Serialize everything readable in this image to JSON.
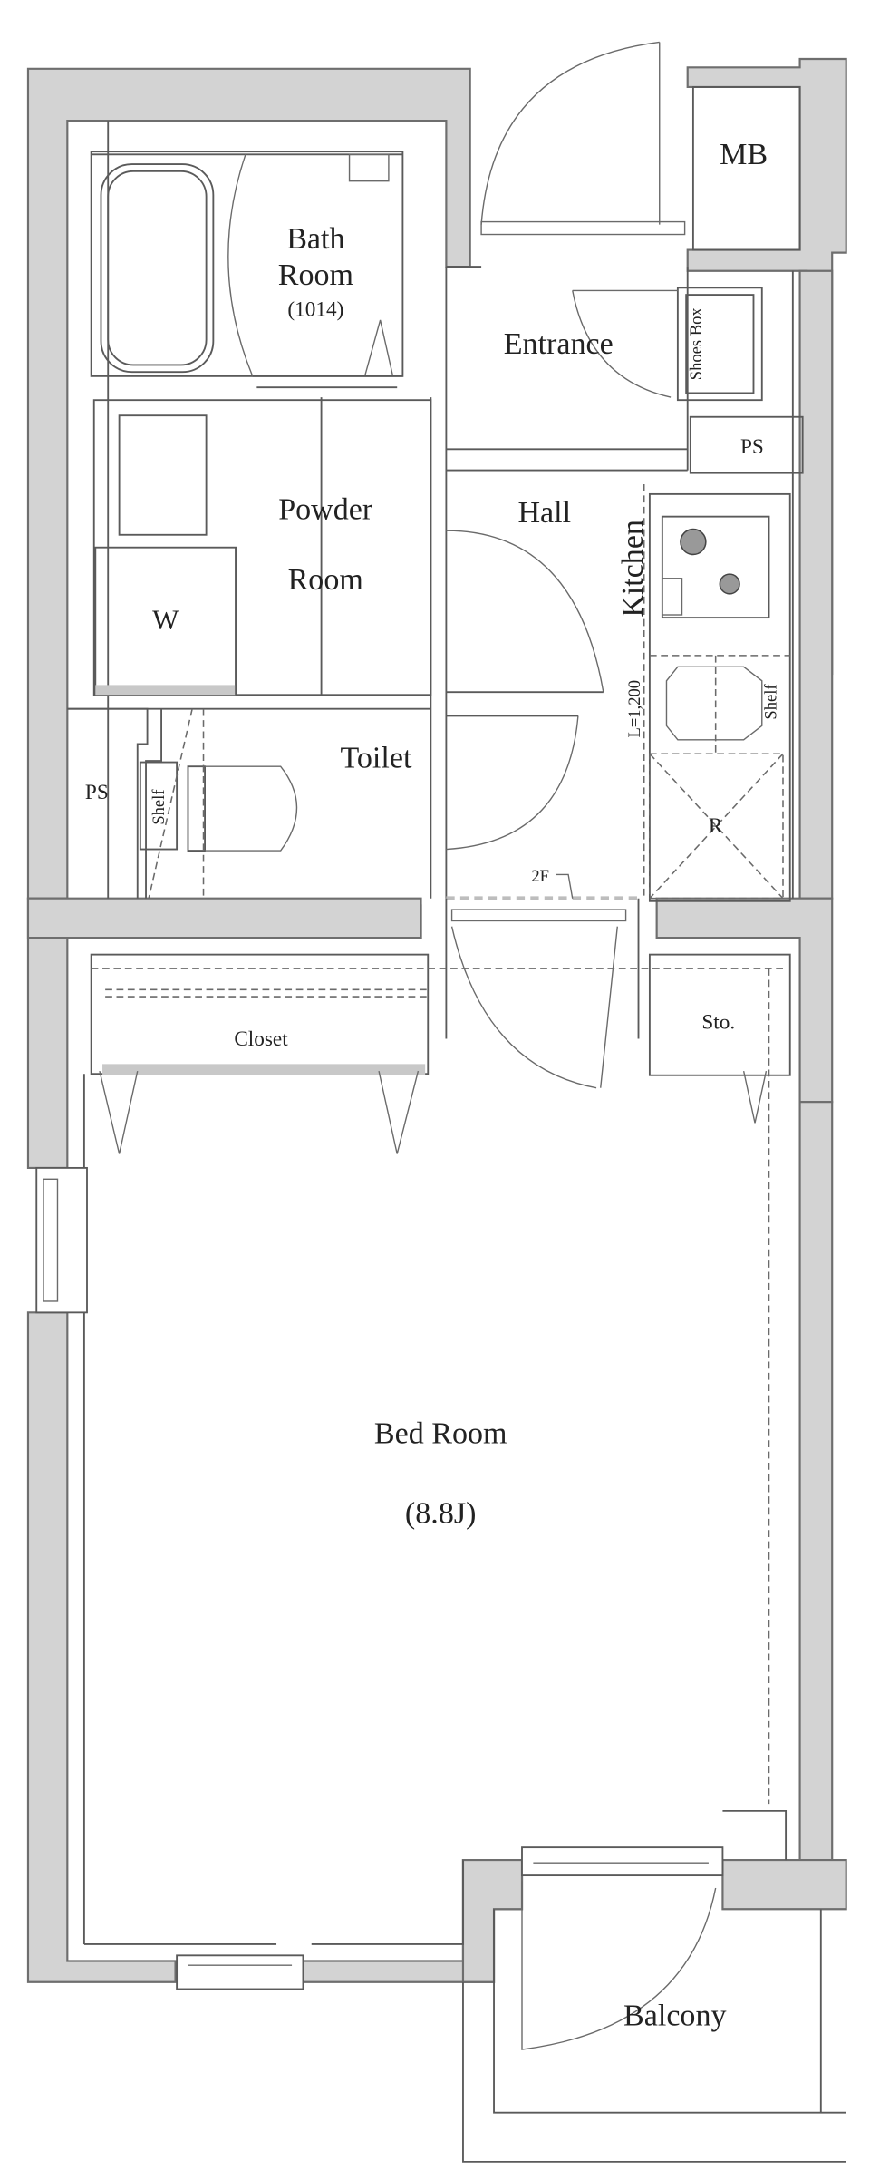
{
  "plan": {
    "type": "apartment floor plan",
    "colors": {
      "wall_fill": "#d3d3d3",
      "wall_outline": "#6e6e6e",
      "background": "#ffffff",
      "text": "#222222"
    },
    "rooms": {
      "bath": {
        "line1": "Bath",
        "line2": "Room",
        "size": "(1014)"
      },
      "entrance": {
        "label": "Entrance"
      },
      "mb": {
        "label": "MB"
      },
      "shoes_box": {
        "label": "Shoes Box"
      },
      "ps_top": {
        "label": "PS"
      },
      "powder": {
        "line1": "Powder",
        "line2": "Room"
      },
      "washer": {
        "label": "W"
      },
      "hall": {
        "label": "Hall"
      },
      "kitchen": {
        "label": "Kitchen",
        "length": "L=1,200"
      },
      "kitchen_shelf": {
        "label": "Shelf"
      },
      "fridge": {
        "label": "R"
      },
      "toilet": {
        "label": "Toilet"
      },
      "toilet_shelf": {
        "label": "Shelf"
      },
      "ps_left": {
        "label": "PS"
      },
      "floor_marker": {
        "label": "2F"
      },
      "closet": {
        "label": "Closet"
      },
      "storage": {
        "label": "Sto."
      },
      "bedroom": {
        "label": "Bed Room",
        "size": "(8.8J)"
      },
      "balcony": {
        "label": "Balcony"
      }
    }
  }
}
